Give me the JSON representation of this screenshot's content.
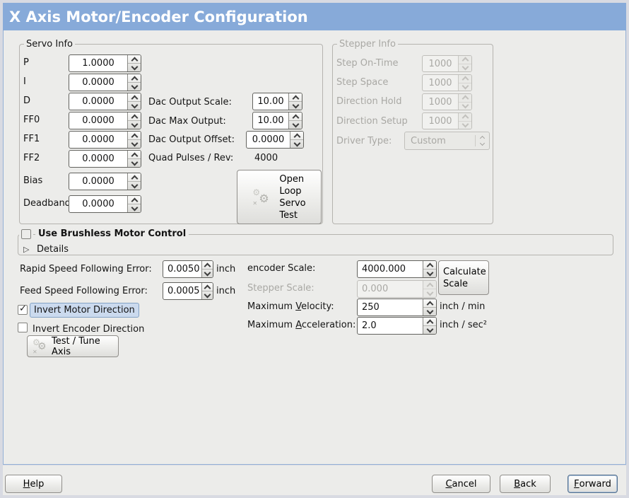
{
  "window": {
    "title": "X Axis Motor/Encoder Configuration"
  },
  "icons": {
    "gear": "⚙",
    "cross": "✕",
    "check": "✓",
    "expander": "▷"
  },
  "colors": {
    "titlebar_blue": "#87aad9",
    "panel_gray": "#ececea",
    "content_border_blue": "#93b0d6",
    "focus_highlight": "#cbdaee"
  },
  "servo_info": {
    "title": "Servo Info",
    "rows": [
      {
        "label": "P",
        "value": "1.0000"
      },
      {
        "label": "I",
        "value": "0.0000"
      },
      {
        "label": "D",
        "value": "0.0000"
      },
      {
        "label": "FF0",
        "value": "0.0000"
      },
      {
        "label": "FF1",
        "value": "0.0000"
      },
      {
        "label": "FF2",
        "value": "0.0000"
      },
      {
        "label": "Bias",
        "value": "0.0000"
      },
      {
        "label": "Deadband",
        "value": "0.0000"
      }
    ],
    "dac_rows": [
      {
        "label": "Dac Output Scale:",
        "value": "10.00"
      },
      {
        "label": "Dac Max Output:",
        "value": "10.00"
      },
      {
        "label": "Dac Output Offset:",
        "value": "0.0000"
      }
    ],
    "quad_label": "Quad Pulses / Rev:",
    "quad_value": "4000",
    "open_loop_button_lines": [
      "Open",
      "Loop",
      "Servo",
      "Test"
    ]
  },
  "stepper_info": {
    "title": "Stepper Info",
    "rows": [
      {
        "label": "Step On-Time",
        "value": "1000"
      },
      {
        "label": "Step Space",
        "value": "1000"
      },
      {
        "label": "Direction Hold",
        "value": "1000"
      },
      {
        "label": "Direction Setup",
        "value": "1000"
      }
    ],
    "driver_type_label": "Driver Type:",
    "driver_type_value": "Custom"
  },
  "brushless": {
    "checkbox_label": "Use Brushless Motor Control",
    "checked": false,
    "details_label": "Details"
  },
  "following_error": {
    "rapid_label": "Rapid Speed Following Error:",
    "rapid_value": "0.0050",
    "rapid_unit": "inch",
    "feed_label": "Feed Speed Following Error:",
    "feed_value": "0.0005",
    "feed_unit": "inch"
  },
  "direction": {
    "invert_motor_label": "Invert Motor Direction",
    "invert_motor_checked": true,
    "invert_encoder_label": "Invert Encoder Direction",
    "invert_encoder_checked": false,
    "test_tune_button": "Test / Tune Axis"
  },
  "scale": {
    "encoder_label": "encoder Scale:",
    "encoder_value": "4000.000",
    "calculate_button": "Calculate Scale",
    "stepper_label": "Stepper Scale:",
    "stepper_value": "0.000",
    "velocity_label": "Maximum _Velocity:",
    "velocity_value": "250",
    "velocity_unit": "inch / min",
    "accel_label": "Maximum _Acceleration:",
    "accel_value": "2.0",
    "accel_unit": "inch / sec²"
  },
  "actions": {
    "help": "_Help",
    "cancel": "_Cancel",
    "back": "_Back",
    "forward": "_Forward"
  }
}
